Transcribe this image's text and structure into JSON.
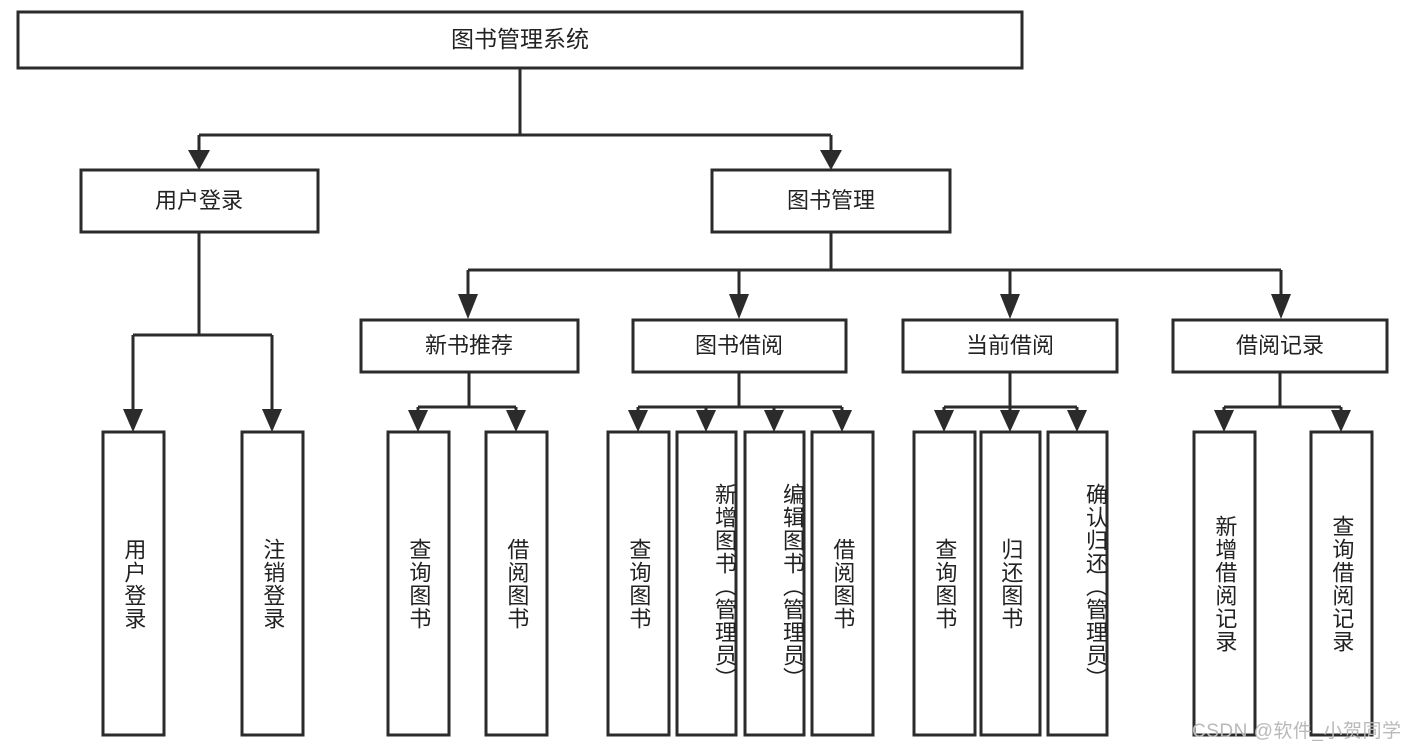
{
  "diagram": {
    "kind": "functional-structure-tree",
    "root": {
      "label": "图书管理系统"
    },
    "level2": [
      {
        "label": "用户登录"
      },
      {
        "label": "图书管理"
      }
    ],
    "level3": [
      {
        "label": "新书推荐"
      },
      {
        "label": "图书借阅"
      },
      {
        "label": "当前借阅"
      },
      {
        "label": "借阅记录"
      }
    ],
    "leaves": {
      "user_login": [
        {
          "label": "用户登录"
        },
        {
          "label": "注销登录"
        }
      ],
      "new_book_recommend": [
        {
          "label": "查询图书"
        },
        {
          "label": "借阅图书"
        }
      ],
      "book_borrow": [
        {
          "label": "查询图书"
        },
        {
          "label": "新增图书（管理员）"
        },
        {
          "label": "编辑图书（管理员）"
        },
        {
          "label": "借阅图书"
        }
      ],
      "current_borrow": [
        {
          "label": "查询图书"
        },
        {
          "label": "归还图书"
        },
        {
          "label": "确认归还（管理员）"
        }
      ],
      "borrow_records": [
        {
          "label": "新增借阅记录"
        },
        {
          "label": "查询借阅记录"
        }
      ]
    }
  },
  "watermark": {
    "text": "CSDN @软件_小贺同学"
  },
  "colors": {
    "stroke": "#2b2b2b",
    "box_fill": "#ffffff",
    "text": "#222222",
    "watermark": "#b9b9b9",
    "background": "#ffffff"
  }
}
